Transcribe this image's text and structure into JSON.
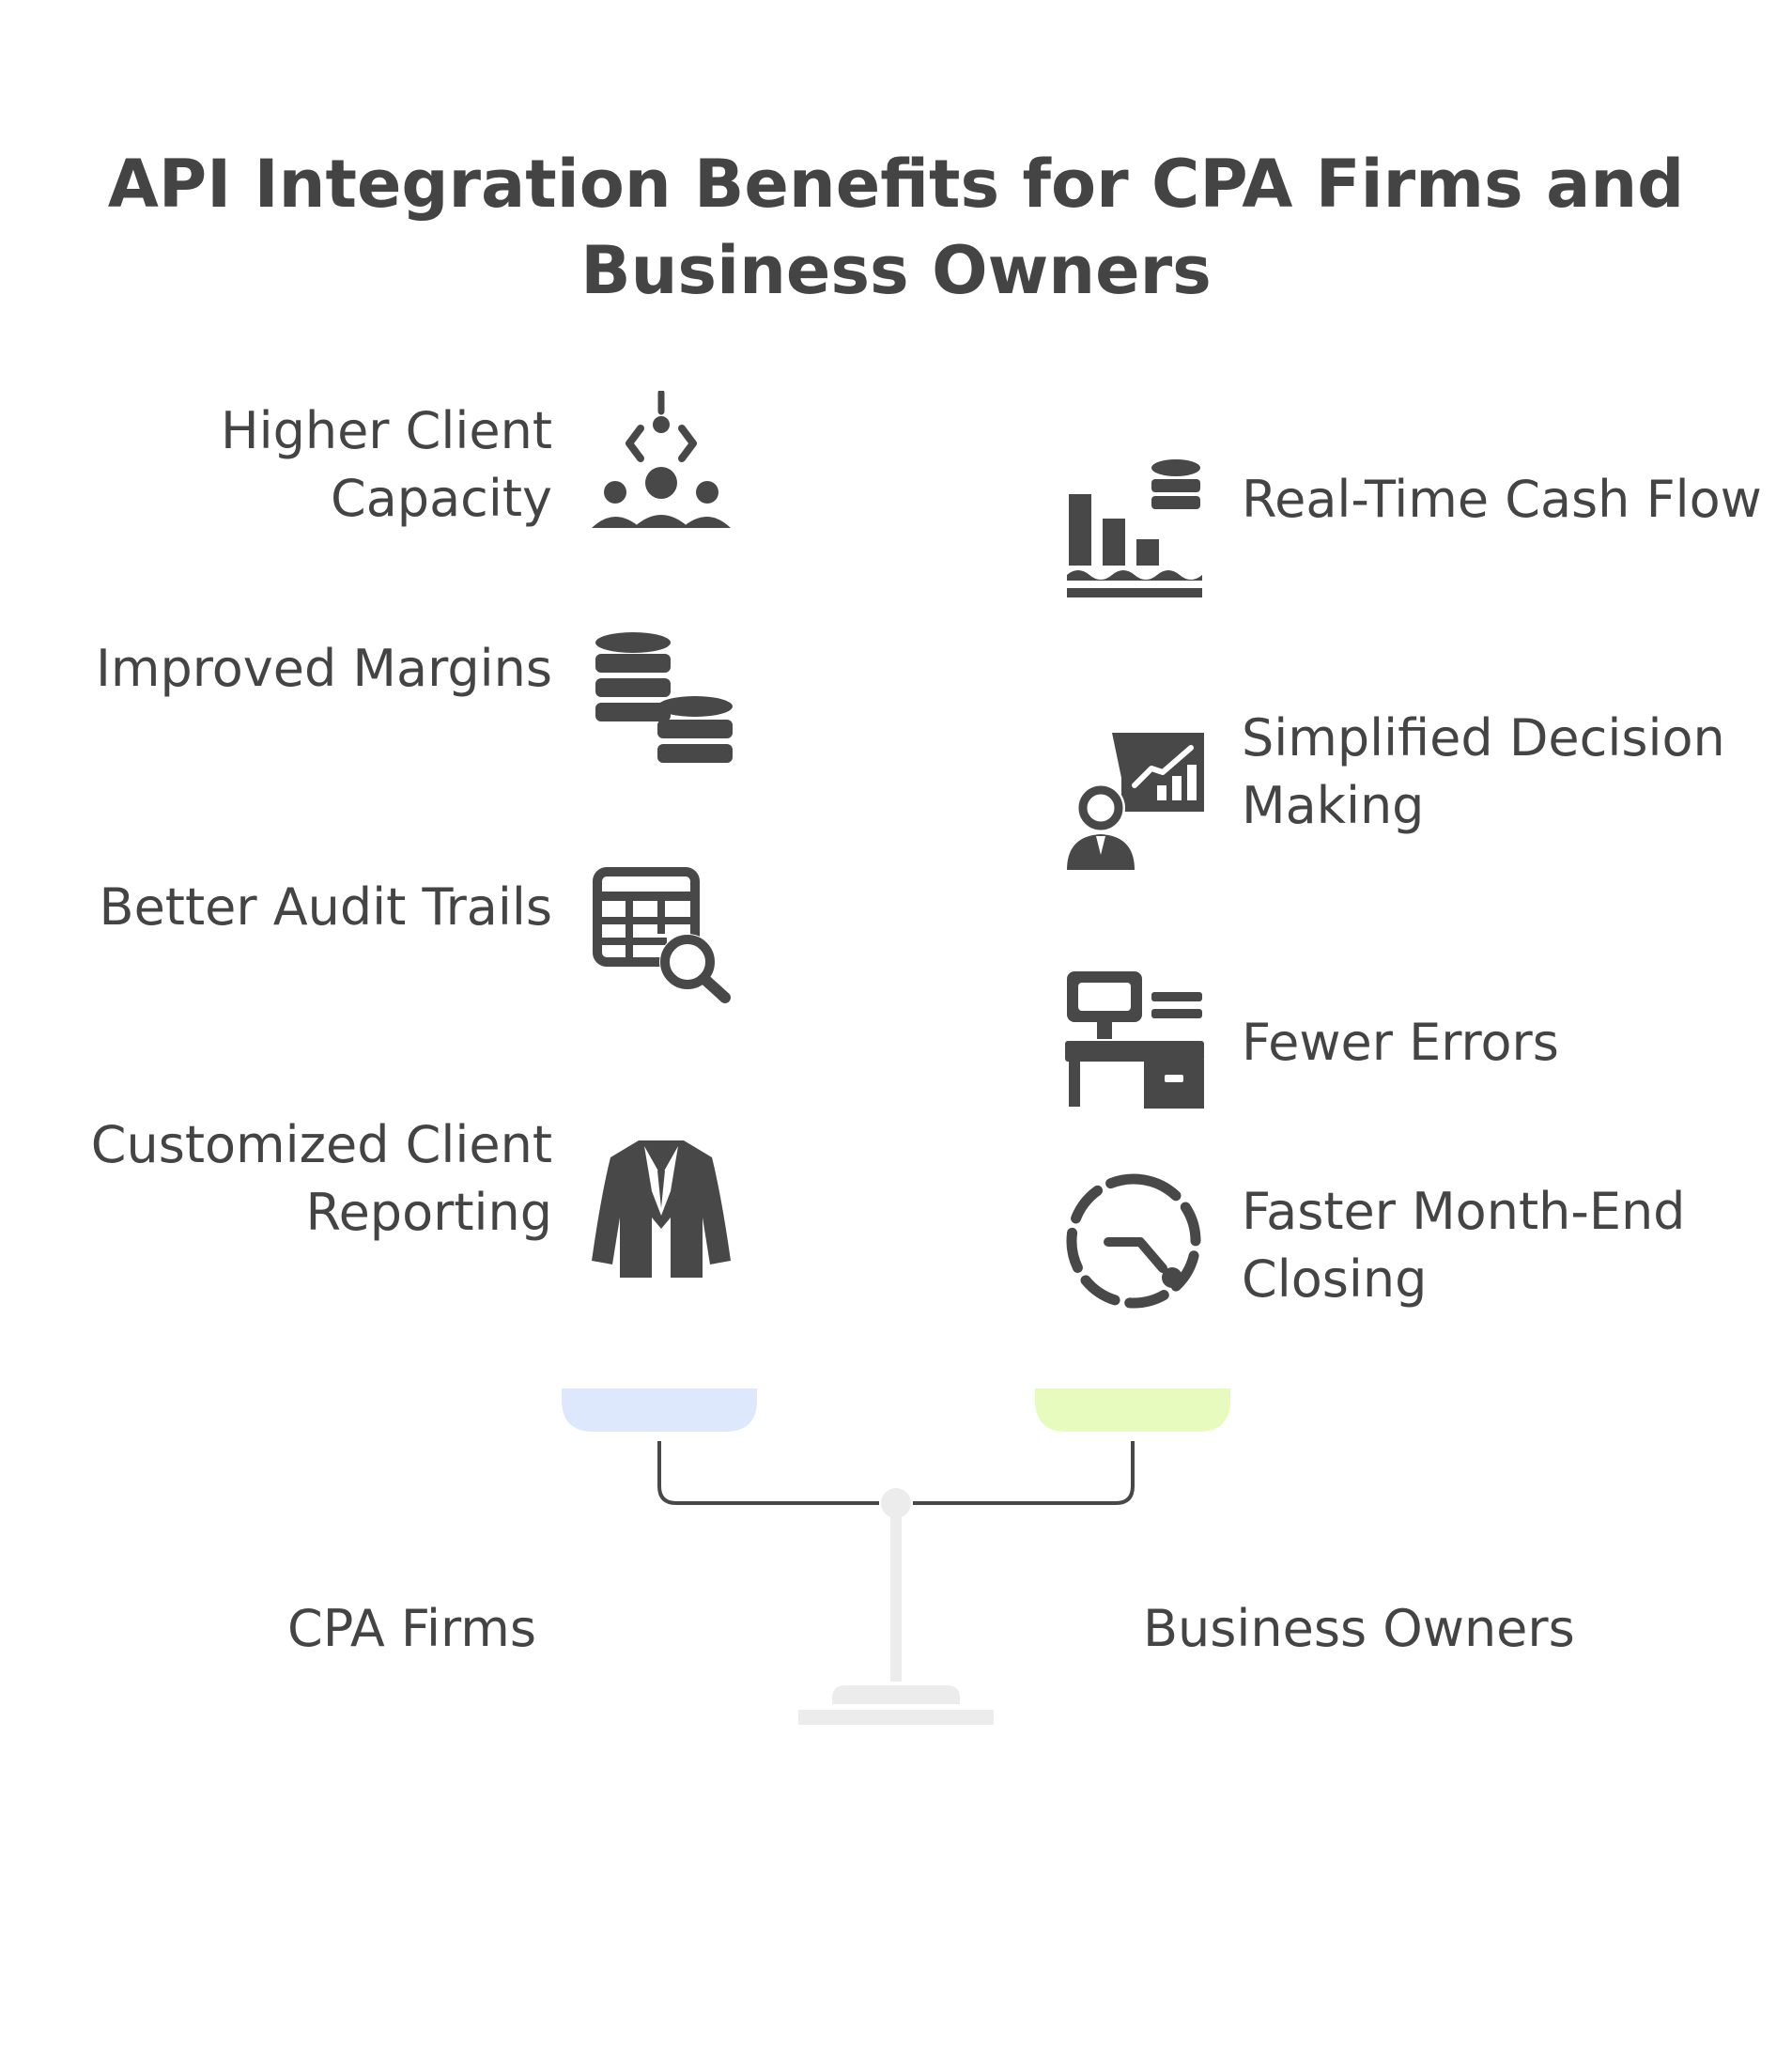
{
  "title": "API Integration Benefits for CPA Firms and Business Owners",
  "left": {
    "label": "CPA Firms",
    "pan_color": "#dde8fd",
    "items": [
      {
        "label": "Higher Client Capacity",
        "icon": "people-network-icon"
      },
      {
        "label": "Improved Margins",
        "icon": "coin-stacks-icon"
      },
      {
        "label": "Better Audit Trails",
        "icon": "table-search-icon"
      },
      {
        "label": "Customized Client Reporting",
        "icon": "suit-jacket-icon"
      }
    ]
  },
  "right": {
    "label": "Business Owners",
    "pan_color": "#e6fbbd",
    "items": [
      {
        "label": "Real-Time Cash Flow",
        "icon": "cashflow-chart-icon"
      },
      {
        "label": "Simplified Decision Making",
        "icon": "presentation-person-icon"
      },
      {
        "label": "Fewer Errors",
        "icon": "desk-workstation-icon"
      },
      {
        "label": "Faster Month-End Closing",
        "icon": "dashed-clock-icon"
      }
    ]
  },
  "colors": {
    "text": "#444444",
    "icon": "#484848",
    "scale_post": "#ececec",
    "beam": "#484848"
  }
}
